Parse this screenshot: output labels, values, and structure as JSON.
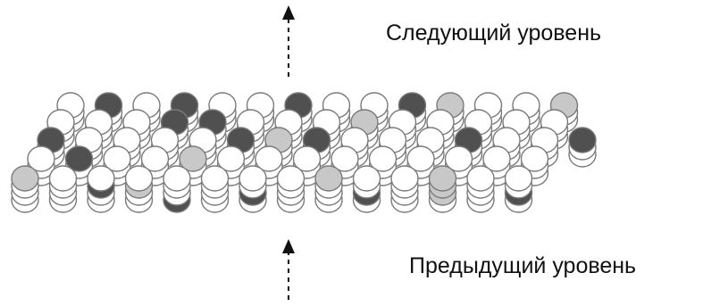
{
  "labels": {
    "next_level": "Следующий уровень",
    "previous_level": "Предыдущий уровень"
  },
  "colors": {
    "atom_white": "#ffffff",
    "atom_light": "#c8c8c8",
    "atom_dark": "#505050",
    "outline": "#7a7a7a",
    "arrow": "#111111"
  },
  "lattice": {
    "layers_per_column": 4,
    "rows": [
      "WDWDWWDWWDLWWL",
      "WWWDDWWWLWWWWW",
      "DWWWWDLDWWWDWWD",
      "WDWWLWWWWWWWWW",
      "LWWLWWWWWWWLWW"
    ],
    "front_column_stacks": [
      "LWWW",
      "WWWW",
      "WDWW",
      "WLWW",
      "WWWD",
      "WWWW",
      "WWDW",
      "WWWW",
      "LWWW",
      "WWDW",
      "WWWW",
      "LLLW",
      "WWWW",
      "WWDW"
    ]
  }
}
